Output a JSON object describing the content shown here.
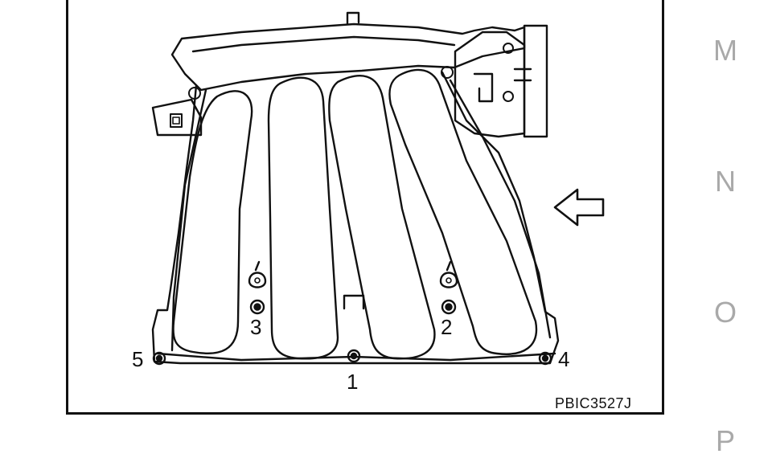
{
  "figure": {
    "code": "PBIC3527J",
    "bolt_labels": [
      "1",
      "2",
      "3",
      "4",
      "5"
    ]
  },
  "side_index": [
    "M",
    "N",
    "O",
    "P"
  ],
  "icons": {
    "direction": "arrow-left-outline-icon"
  },
  "colors": {
    "line": "#111111",
    "index_letter": "#a9a9a9",
    "background": "#ffffff"
  }
}
